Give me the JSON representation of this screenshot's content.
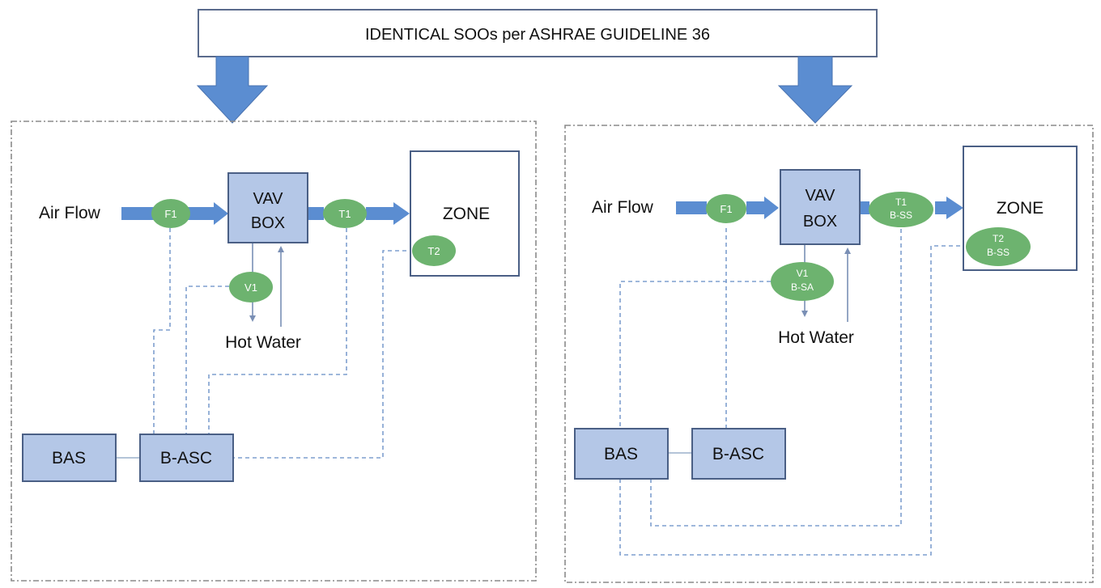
{
  "header": {
    "title": "IDENTICAL SOOs per ASHRAE GUIDELINE 36"
  },
  "left": {
    "air_flow": "Air Flow",
    "vav_line1": "VAV",
    "vav_line2": "BOX",
    "zone": "ZONE",
    "f1": "F1",
    "t1": "T1",
    "t2": "T2",
    "v1": "V1",
    "hot_water": "Hot Water",
    "bas": "BAS",
    "basc": "B-ASC"
  },
  "right": {
    "air_flow": "Air Flow",
    "vav_line1": "VAV",
    "vav_line2": "BOX",
    "zone": "ZONE",
    "f1": "F1",
    "t1_line1": "T1",
    "t1_line2": "B-SS",
    "t2_line1": "T2",
    "t2_line2": "B-SS",
    "v1_line1": "V1",
    "v1_line2": "B-SA",
    "hot_water": "Hot Water",
    "bas": "BAS",
    "basc": "B-ASC"
  },
  "colors": {
    "box_fill": "#b4c7e7",
    "box_stroke": "#4a5f85",
    "arrow": "#5b8dd1",
    "sensor": "#6db36f",
    "dashed": "#7f9fcf"
  }
}
